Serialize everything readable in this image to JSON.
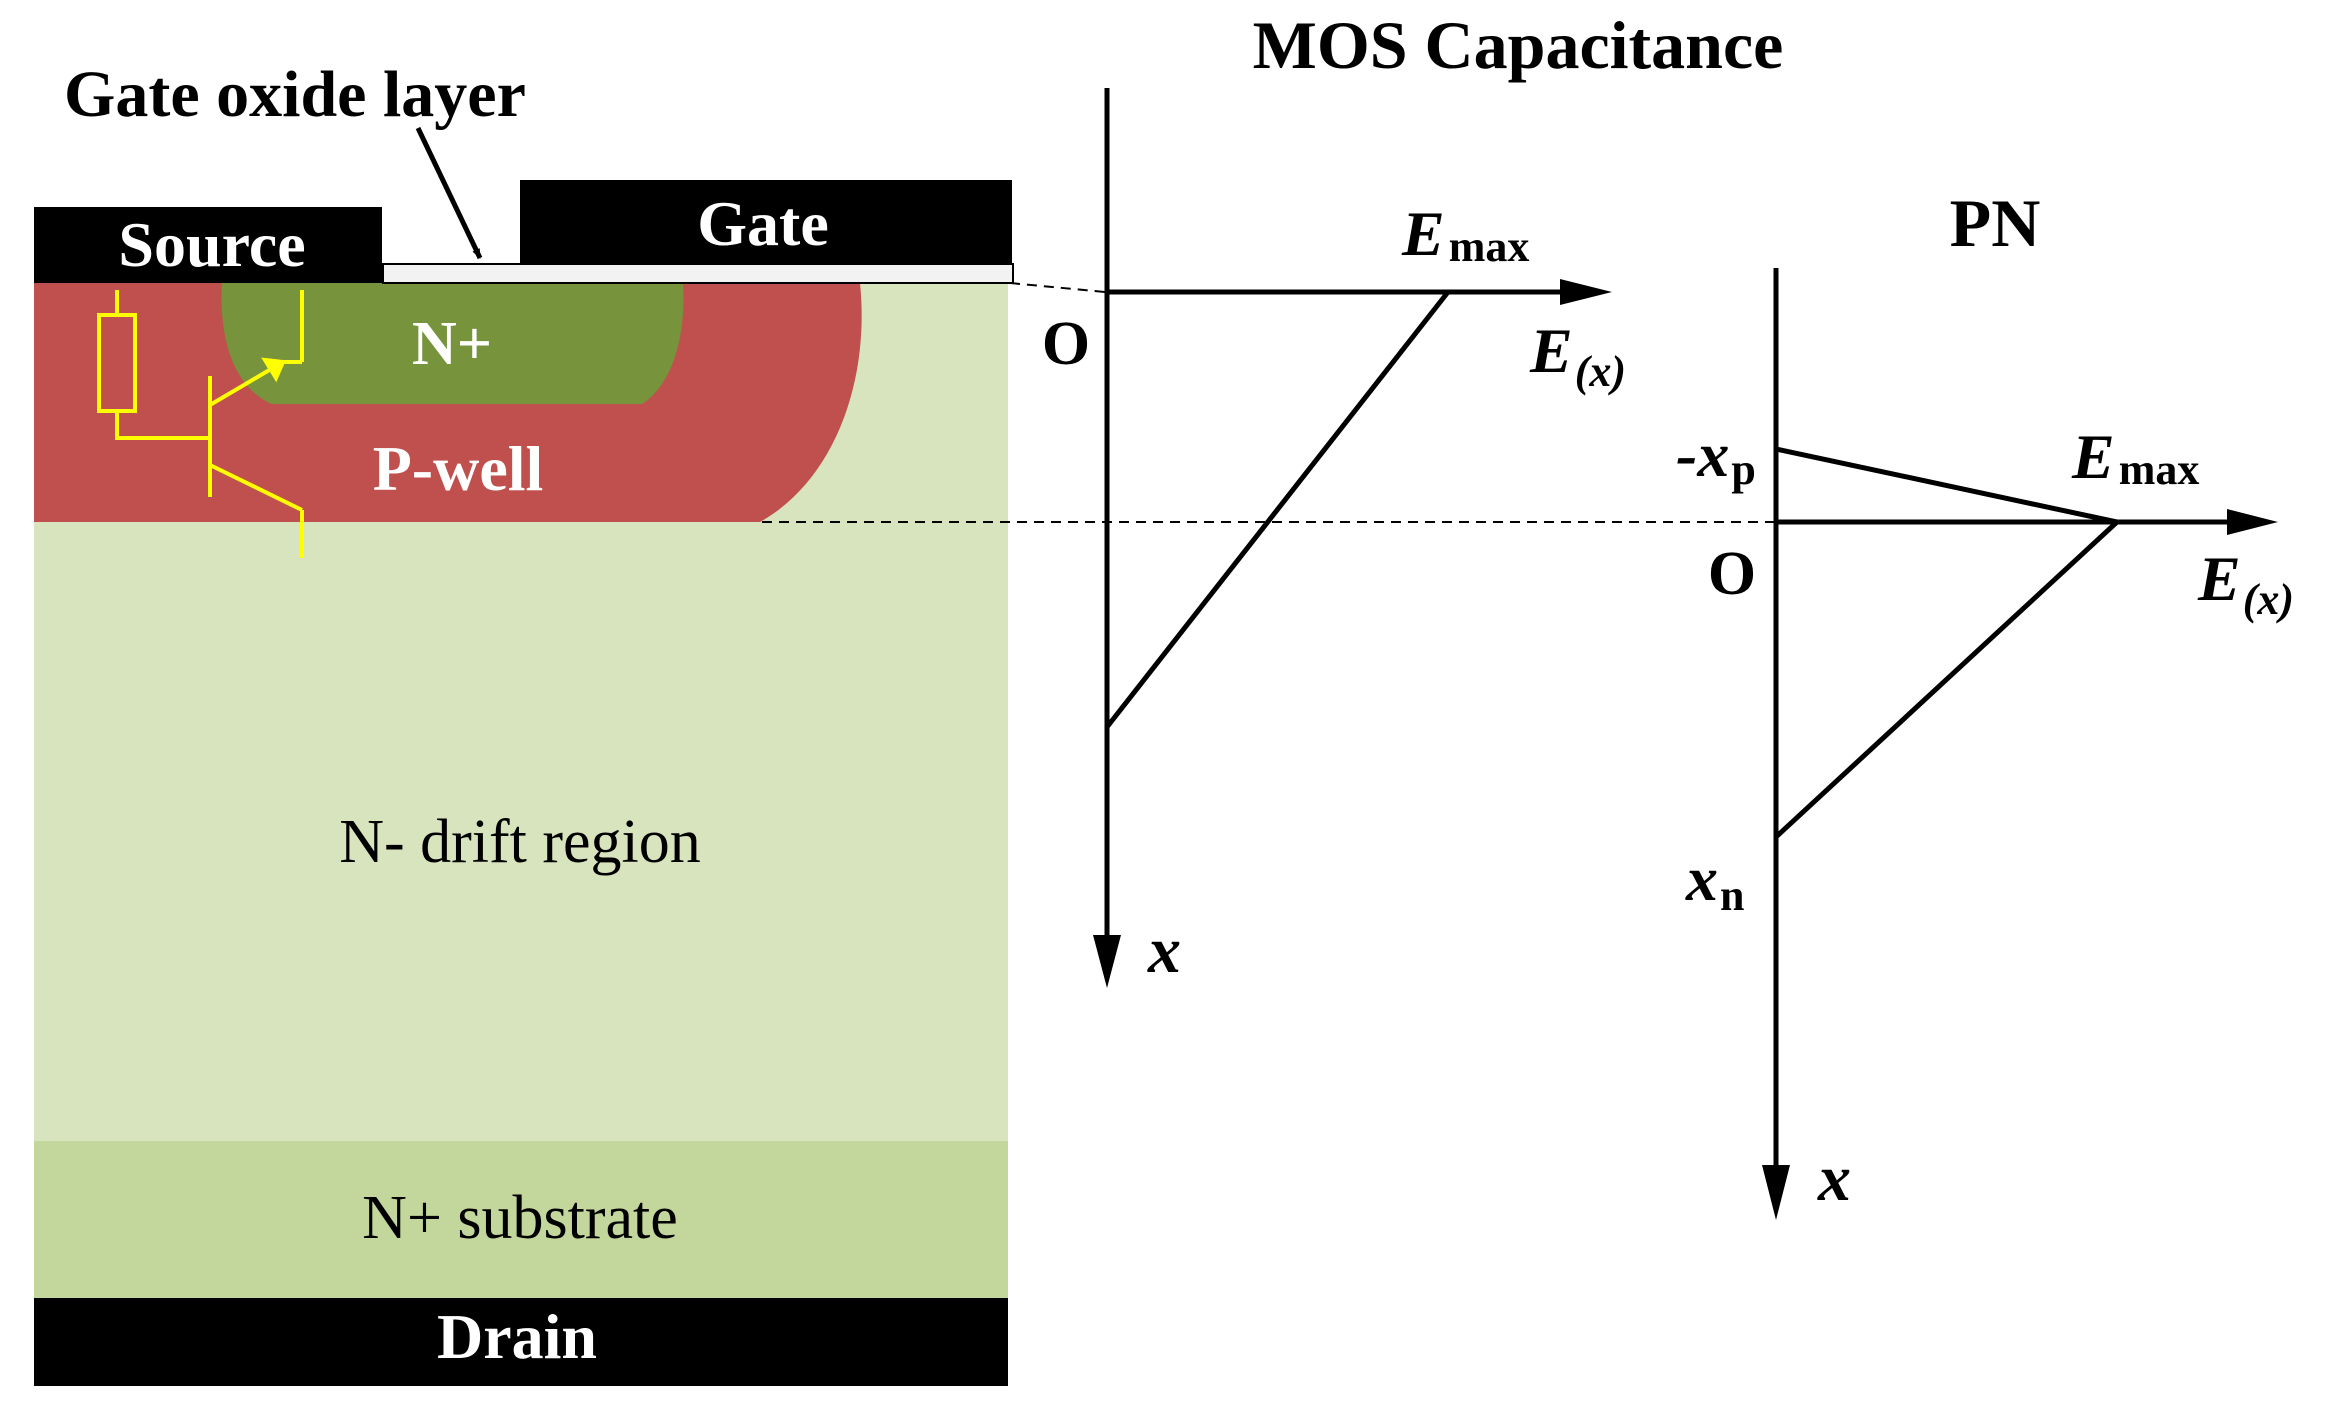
{
  "device": {
    "gate_oxide_label": "Gate oxide layer",
    "source_label": "Source",
    "gate_label": "Gate",
    "n_plus_label": "N+",
    "p_well_label": "P-well",
    "drift_label": "N- drift region",
    "substrate_label": "N+ substrate",
    "drain_label": "Drain"
  },
  "mos_plot": {
    "title": "MOS Capacitance",
    "origin_label": "O",
    "emax_main": "E",
    "emax_sub": "max",
    "field_axis_main": "E",
    "field_axis_sub": "(x)",
    "depth_axis_label": "x"
  },
  "pn_plot": {
    "title": "PN",
    "origin_label": "O",
    "emax_main": "E",
    "emax_sub": "max",
    "field_axis_main": "E",
    "field_axis_sub": "(x)",
    "depth_axis_label": "x",
    "xp_prefix": "-x",
    "xp_sub": "p",
    "xn_main": "x",
    "xn_sub": "n"
  },
  "colors": {
    "metal": "#000000",
    "oxide": "#f2f2f2",
    "n_plus": "#77933c",
    "p_well": "#c0504d",
    "drift": "#d7e4bd",
    "substrate": "#c3d69b",
    "parasitic_circuit": "#ffff00",
    "label_light": "#ffffff",
    "label_dark": "#000000"
  }
}
